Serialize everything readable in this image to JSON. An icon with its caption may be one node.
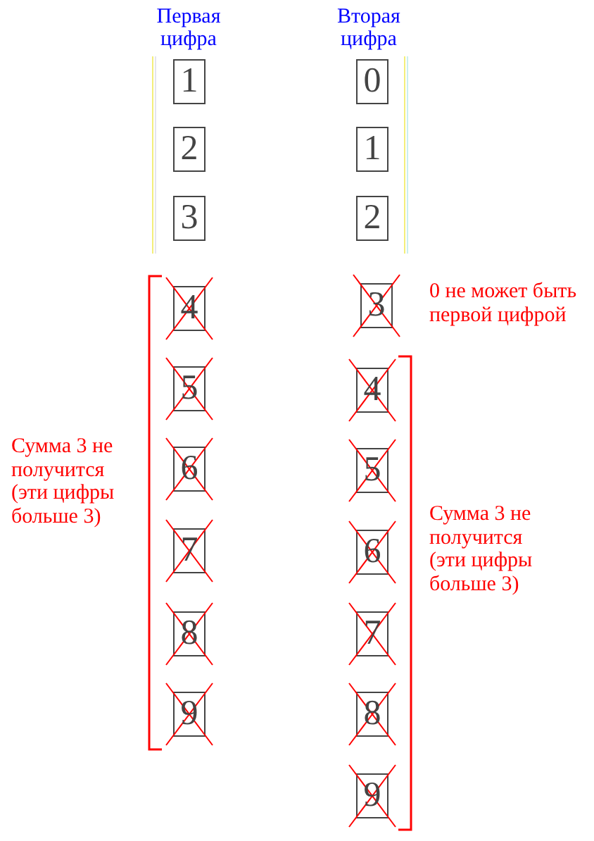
{
  "diagram": {
    "nodes": [
      {
        "text": [
          "1"
        ]
      },
      {
        "text": [
          "2"
        ]
      },
      {
        "text": [
          "3"
        ]
      },
      {
        "text": [
          "4"
        ]
      },
      {
        "text": [
          "5"
        ]
      },
      {
        "text": [
          "6"
        ]
      },
      {
        "text": [
          "7"
        ]
      },
      {
        "text": [
          "8"
        ]
      },
      {
        "text": [
          "9"
        ]
      },
      {
        "text": [
          "0"
        ]
      },
      {
        "text": [
          "1"
        ]
      },
      {
        "text": [
          "2"
        ]
      },
      {
        "text": [
          "3"
        ],
        "beside": [
          "0 не может быть первой цифрой"
        ]
      },
      {
        "text": [
          "4"
        ]
      },
      {
        "text": [
          "5"
        ]
      },
      {
        "text": [
          "6"
        ]
      },
      {
        "text": [
          "7"
        ]
      },
      {
        "text": [
          "8"
        ]
      },
      {
        "text": [
          "9"
        ]
      }
    ],
    "labels": [
      "Первая цифра",
      "Вторая цифра",
      "Сумма 3 не получится (эти цифры больше 3)",
      "Сумма 3 не получится (эти цифры больше 3)"
    ]
  }
}
